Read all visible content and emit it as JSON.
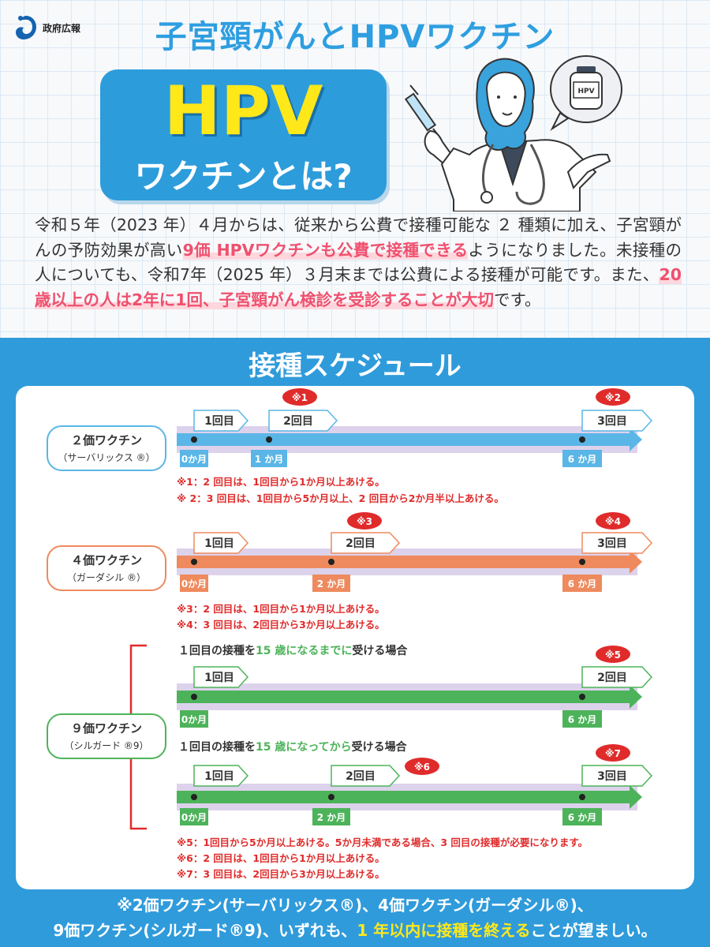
{
  "logo": {
    "text": "政府広報"
  },
  "header": {
    "title": "子宮頸がんとHPVワクチン"
  },
  "title_box": {
    "line1": "HPV",
    "line2": "ワクチンとは?"
  },
  "illustration": {
    "bottle_label": "HPV"
  },
  "intro": {
    "t1": "令和５年（2023 年）４月からは、従来から公費で接種可能な ２ 種類に加え、子宮頸がんの予防効果が高い",
    "h1": "9価 HPVワクチンも公費で接種できる",
    "t2": "ようになりました。未接種の人についても、令和7年（2025 年）３月末までは公費による接種が可能です。また、",
    "h2": "20歳以上の人は2年に1回、子宮頸がん検診を受診することが大切",
    "t3": "です。"
  },
  "schedule": {
    "title": "接種スケジュール",
    "v2": {
      "name": "２価ワクチン",
      "brand": "（サーバリックス ®）",
      "d1": "1回目",
      "d2": "2回目",
      "d3": "3回目",
      "m1": "0か月",
      "m2": "1 か月",
      "m3": "6 か月",
      "badge2": "※1",
      "badge3": "※2",
      "note1": "※1：2 回目は、1回目から1か月以上あける。",
      "note2": "※ 2：3 回目は、1回目から5か月以上、2 回目から2か月半以上あける。"
    },
    "v4": {
      "name": "４価ワクチン",
      "brand": "（ガーダシル ®）",
      "d1": "1回目",
      "d2": "2回目",
      "d3": "3回目",
      "m1": "0か月",
      "m2": "2 か月",
      "m3": "6 か月",
      "badge2": "※3",
      "badge3": "※4",
      "note1": "※3：2 回目は、1回目から1か月以上あける。",
      "note2": "※4：3 回目は、2回目から3か月以上あける。"
    },
    "v9": {
      "name": "９価ワクチン",
      "brand": "（シルガード ®9）",
      "caseA": {
        "pre": "１回目の接種を",
        "hl": "15 歳になるまでに",
        "post": "受ける場合",
        "d1": "1回目",
        "d2": "2回目",
        "m1": "0か月",
        "m2": "6 か月",
        "badge2": "※5"
      },
      "caseB": {
        "pre": "１回目の接種を",
        "hl": "15 歳になってから",
        "post": "受ける場合",
        "d1": "1回目",
        "d2": "2回目",
        "d3": "3回目",
        "m1": "0か月",
        "m2": "2 か月",
        "m3": "6 か月",
        "badge2": "※6",
        "badge3": "※7"
      },
      "note1": "※5：1回目から5か月以上あける。5か月未満である場合、3 回目の接種が必要になります。",
      "note2": "※6：2 回目は、1回目から1か月以上あける。",
      "note3": "※7：3 回目は、2回目から3か月以上あける。"
    }
  },
  "footer": {
    "line1": "※2価ワクチン(サーバリックス®)、4価ワクチン(ガーダシル®)、",
    "pre": "9価ワクチン(シルガード®9)、いずれも、",
    "hl": "1 年以内に接種を終える",
    "post": "ことが望ましい。"
  },
  "colors": {
    "blue": "#2f9bdb",
    "orange": "#ee8a5e",
    "green": "#4db35a",
    "yellow": "#ffe81a",
    "pink": "#f0506e",
    "badge_red": "#e02b2b"
  }
}
